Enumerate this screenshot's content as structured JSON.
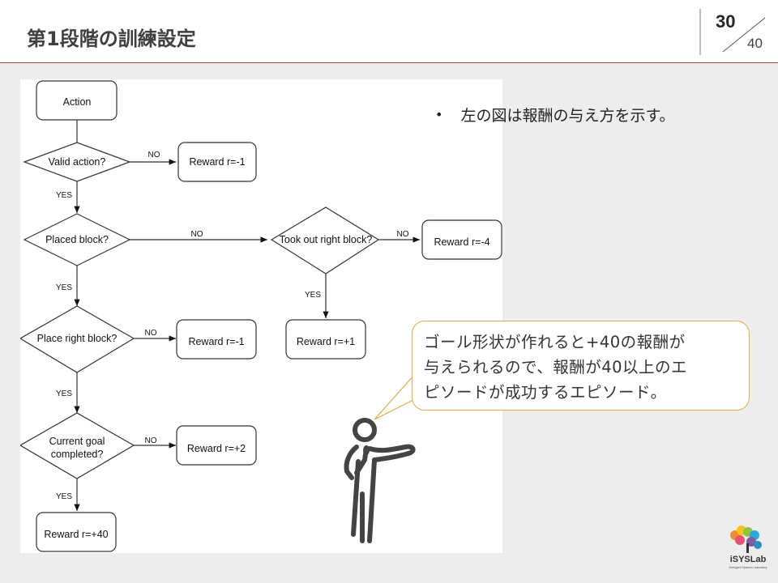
{
  "slide": {
    "title": "第1段階の訓練設定",
    "page_current": "30",
    "page_total": "40"
  },
  "flowchart": {
    "start": "Action",
    "decisions": {
      "valid_action": "Valid action?",
      "placed_block": "Placed block?",
      "took_out_right_block": "Took out right block?",
      "place_right_block": "Place right block?",
      "current_goal_line1": "Current goal",
      "current_goal_line2": "completed?"
    },
    "rewards": {
      "invalid": "Reward r=-1",
      "wrong_takeout": "Reward r=-4",
      "right_takeout": "Reward r=+1",
      "wrong_place": "Reward r=-1",
      "right_place": "Reward r=+2",
      "goal_complete": "Reward r=+40"
    },
    "edge_labels": {
      "yes": "YES",
      "no": "NO"
    }
  },
  "content": {
    "bullet": "左の図は報酬の与え方を示す。",
    "speech_lines": [
      "ゴール形状が作れると+40の報酬が",
      "与えられるので、報酬が40以上のエ",
      "ピソードが成功するエピソード。"
    ]
  },
  "logo": {
    "name": "iSYSLab",
    "subtitle": "Intelligent Systems Laboratory"
  },
  "colors": {
    "header_rule": "#a0443a",
    "speech_border": "#e8a93a",
    "background": "#ededed"
  }
}
